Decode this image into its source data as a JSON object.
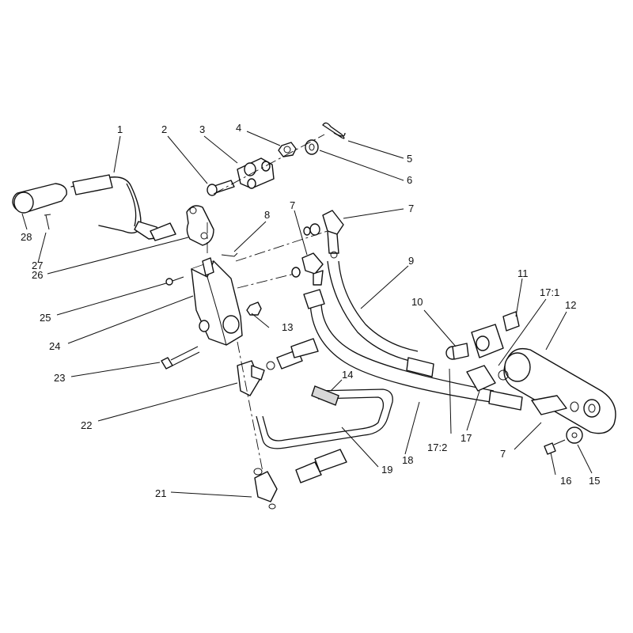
{
  "callouts": {
    "c1": "1",
    "c2": "2",
    "c3": "3",
    "c4": "4",
    "c5": "5",
    "c6": "6",
    "c7a": "7",
    "c7b": "7",
    "c7c": "7",
    "c8": "8",
    "c9": "9",
    "c10": "10",
    "c11": "11",
    "c12": "12",
    "c13": "13",
    "c14": "14",
    "c15": "15",
    "c16": "16",
    "c17": "17",
    "c17_1": "17:1",
    "c17_2": "17:2",
    "c18": "18",
    "c19": "19",
    "c21": "21",
    "c22": "22",
    "c23": "23",
    "c24": "24",
    "c25": "25",
    "c26": "26",
    "c27": "27",
    "c28": "28"
  },
  "colors": {
    "line": "#111111",
    "background": "#ffffff"
  }
}
